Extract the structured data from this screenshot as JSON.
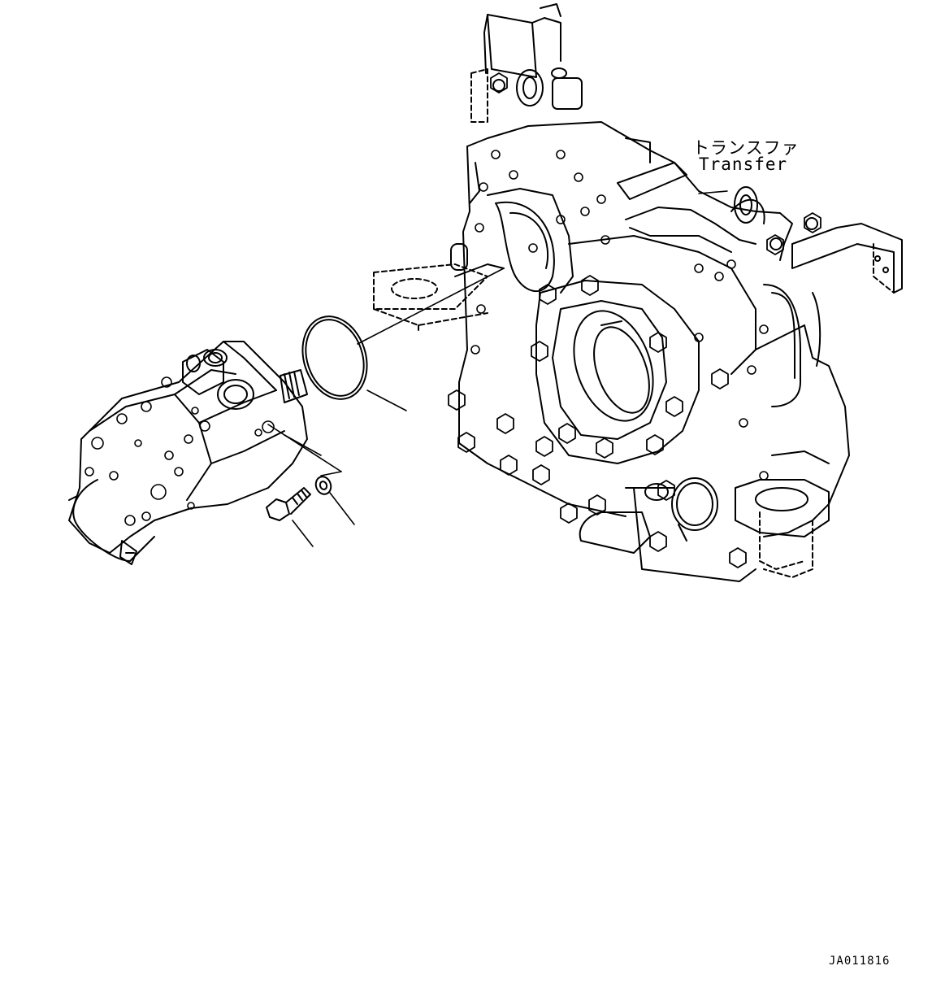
{
  "labels": {
    "transfer_jp": "トランスファ",
    "transfer_en": "Transfer",
    "figure_id": "JA011816"
  },
  "parts": [
    "transfer-housing",
    "hydraulic-motor",
    "o-ring",
    "bolt",
    "washer"
  ]
}
